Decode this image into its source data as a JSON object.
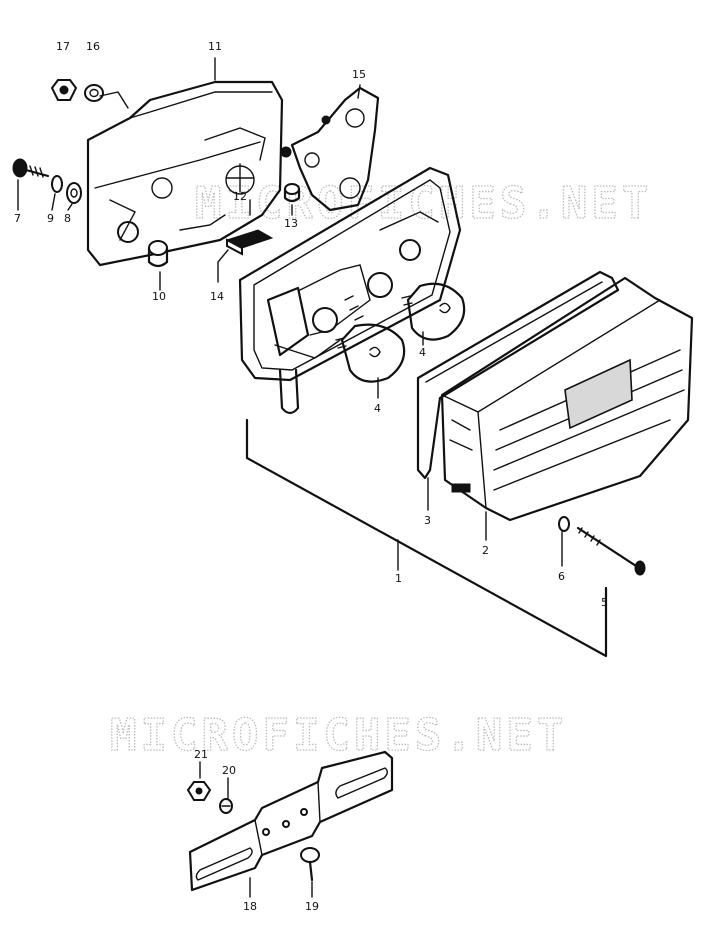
{
  "watermark": {
    "text": "MICROFICHES.NET"
  },
  "callouts": {
    "p1": "1",
    "p2": "2",
    "p3": "3",
    "p4a": "4",
    "p4b": "4",
    "p5": "5",
    "p6": "6",
    "p7": "7",
    "p8": "8",
    "p9": "9",
    "p10": "10",
    "p11": "11",
    "p12": "12",
    "p13": "13",
    "p14": "14",
    "p15": "15",
    "p16": "16",
    "p17": "17",
    "p18": "18",
    "p19": "19",
    "p20": "20",
    "p21": "21"
  }
}
